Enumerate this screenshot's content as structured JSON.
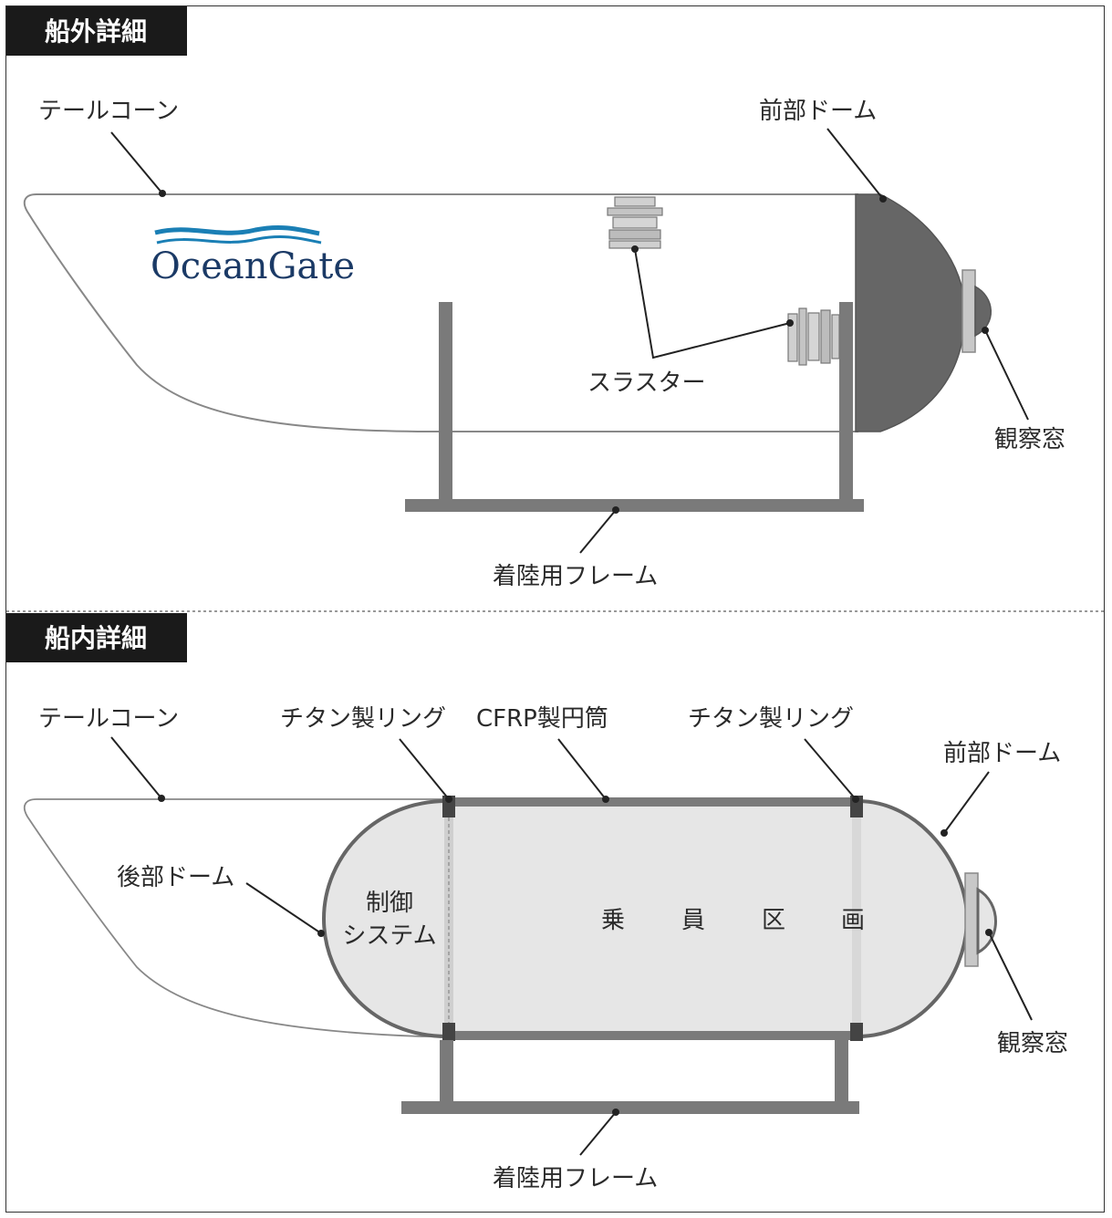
{
  "exterior": {
    "header": "船外詳細",
    "labels": {
      "tail_cone": "テールコーン",
      "front_dome": "前部ドーム",
      "thrusters": "スラスター",
      "viewport": "観察窓",
      "landing_frame": "着陸用フレーム"
    },
    "logo_text": "OceanGate"
  },
  "interior": {
    "header": "船内詳細",
    "labels": {
      "tail_cone": "テールコーン",
      "titanium_ring_left": "チタン製リング",
      "cfrp_hull": "CFRP製円筒",
      "titanium_ring_right": "チタン製リング",
      "front_dome": "前部ドーム",
      "rear_dome": "後部ドーム",
      "control_system_line1": "制御",
      "control_system_line2": "システム",
      "crew_char1": "乗",
      "crew_char2": "員",
      "crew_char3": "区",
      "crew_char4": "画",
      "viewport": "観察窓",
      "landing_frame": "着陸用フレーム"
    }
  },
  "colors": {
    "dome_dark": "#666666",
    "frame_gray": "#7a7a7a",
    "hull_fill": "#e6e6e6",
    "logo_blue": "#1b3a66",
    "wave_blue": "#1a7fb5"
  }
}
